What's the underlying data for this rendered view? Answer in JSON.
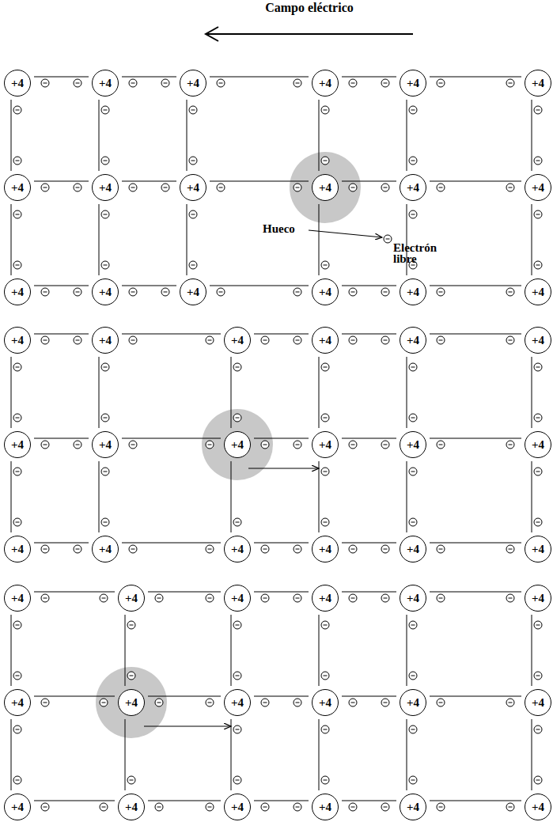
{
  "diagram": {
    "nodes": [
      {
        "text": [
          "+4"
        ]
      },
      {
        "text": [
          "+4"
        ]
      },
      {
        "text": [
          "+4"
        ]
      },
      {
        "text": [
          "+4"
        ]
      },
      {
        "text": [
          "+4"
        ]
      },
      {
        "text": [
          "+4"
        ]
      },
      {
        "text": [
          "+4"
        ]
      },
      {
        "text": [
          "+4"
        ]
      },
      {
        "text": [
          "+4"
        ]
      },
      {
        "text": [
          "+4"
        ]
      },
      {
        "text": [
          "+4"
        ]
      },
      {
        "text": [
          "+4"
        ]
      },
      {
        "text": [
          "+4"
        ]
      },
      {
        "text": [
          "+4"
        ]
      },
      {
        "text": [
          "+4"
        ]
      },
      {
        "text": [
          "+4"
        ]
      },
      {
        "text": [
          "+4"
        ]
      },
      {
        "text": [
          "+4"
        ]
      },
      {
        "text": [
          "+4"
        ]
      },
      {
        "text": [
          "+4"
        ]
      },
      {
        "text": [
          "+4"
        ]
      },
      {
        "text": [
          "+4"
        ]
      },
      {
        "text": [
          "+4"
        ]
      },
      {
        "text": [
          "+4"
        ]
      },
      {
        "text": [
          "+4"
        ]
      },
      {
        "text": [
          "+4"
        ]
      },
      {
        "text": [
          "+4"
        ]
      },
      {
        "text": [
          "+4"
        ]
      },
      {
        "text": [
          "+4"
        ]
      },
      {
        "text": [
          "+4"
        ]
      },
      {
        "text": [
          "+4"
        ]
      },
      {
        "text": [
          "+4"
        ]
      },
      {
        "text": [
          "+4"
        ]
      },
      {
        "text": [
          "+4"
        ]
      },
      {
        "text": [
          "+4"
        ]
      },
      {
        "text": [
          "+4"
        ]
      },
      {
        "text": [
          "+4"
        ]
      },
      {
        "text": [
          "+4"
        ]
      },
      {
        "text": [
          "+4"
        ]
      },
      {
        "text": [
          "+4"
        ]
      },
      {
        "text": [
          "+4"
        ]
      },
      {
        "text": [
          "+4"
        ]
      },
      {
        "text": [
          "+4"
        ]
      },
      {
        "text": [
          "+4"
        ]
      },
      {
        "text": [
          "+4"
        ]
      },
      {
        "text": [
          "+4"
        ]
      },
      {
        "text": [
          "+4"
        ]
      },
      {
        "text": [
          "+4"
        ]
      },
      {
        "text": [
          "+4"
        ]
      },
      {
        "text": [
          "+4"
        ]
      },
      {
        "text": [
          "+4"
        ]
      },
      {
        "text": [
          "+4"
        ]
      },
      {
        "text": [
          "+4"
        ]
      },
      {
        "text": [
          "+4"
        ]
      }
    ],
    "labels": [
      "Campo eléctrico",
      "Hueco",
      "Electrón libre"
    ]
  }
}
